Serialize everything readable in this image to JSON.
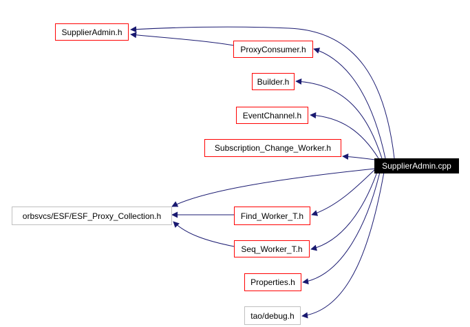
{
  "graph": {
    "root": "SupplierAdmin.cpp",
    "nodes": {
      "supplier_admin_h": "SupplierAdmin.h",
      "proxy_consumer_h": "ProxyConsumer.h",
      "builder_h": "Builder.h",
      "event_channel_h": "EventChannel.h",
      "subscription_change_worker_h": "Subscription_Change_Worker.h",
      "esf_proxy_collection_h": "orbsvcs/ESF/ESF_Proxy_Collection.h",
      "find_worker_t_h": "Find_Worker_T.h",
      "seq_worker_t_h": "Seq_Worker_T.h",
      "properties_h": "Properties.h",
      "tao_debug_h": "tao/debug.h"
    }
  },
  "colors": {
    "edge": "#191970",
    "documented_border": "#ff0000",
    "external_border": "#bfbfbf",
    "root_fill": "#000000",
    "root_text": "#ffffff"
  }
}
